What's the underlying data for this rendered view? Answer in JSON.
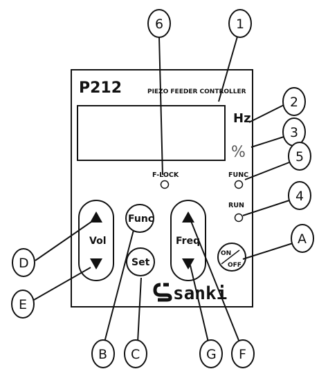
{
  "panel": {
    "model": "P212",
    "subtitle": "PIEZO FEEDER CONTROLLER",
    "unit_hz": "Hz",
    "unit_percent": "%",
    "led_flock": "F-LOCK",
    "led_func": "FUNC",
    "led_run": "RUN",
    "brand": "sanki"
  },
  "buttons": {
    "vol": "Vol",
    "func": "Func",
    "set": "Set",
    "freq": "Freq",
    "on": "ON",
    "off": "OFF",
    "up_arrow": "▲",
    "down_arrow": "▼"
  },
  "callouts": {
    "c1": "1",
    "c2": "2",
    "c3": "3",
    "c4": "4",
    "c5": "5",
    "c6": "6",
    "cA": "A",
    "cB": "B",
    "cC": "C",
    "cD": "D",
    "cE": "E",
    "cF": "F",
    "cG": "G"
  },
  "icons": {
    "logo": "sanki-logo-icon"
  }
}
